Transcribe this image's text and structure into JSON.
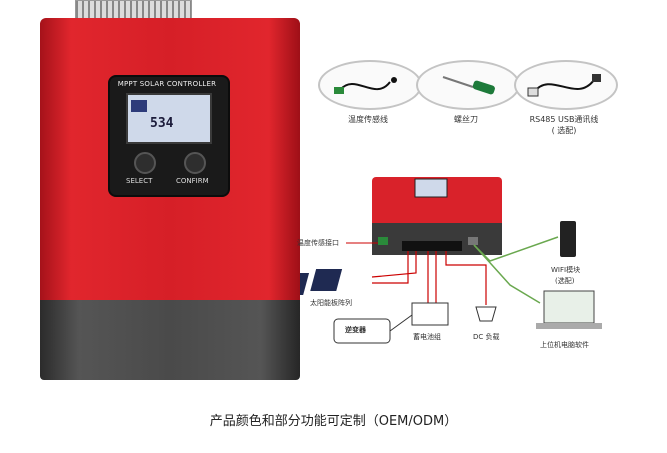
{
  "controller": {
    "panel_title": "MPPT SOLAR CONTROLLER",
    "lcd_value": "534",
    "select_label": "SELECT",
    "confirm_label": "CONFIRM"
  },
  "accessories": [
    {
      "label": "温度传感线",
      "icon": "cable-icon"
    },
    {
      "label": "螺丝刀",
      "icon": "screwdriver-icon"
    },
    {
      "label": "RS485 USB通讯线",
      "sub": "( 选配)",
      "icon": "usb-cable-icon"
    }
  ],
  "diagram": {
    "temp_port": "温度传感接口",
    "solar_array": "太阳能板阵列",
    "inverter": "逆变器",
    "battery": "蓄电池组",
    "dc_load": "DC 负载",
    "wifi": "WIFI模块",
    "wifi_sub": "(选配)",
    "pc": "上位机电脑软件"
  },
  "caption": "产品颜色和部分功能可定制（OEM/ODM）"
}
